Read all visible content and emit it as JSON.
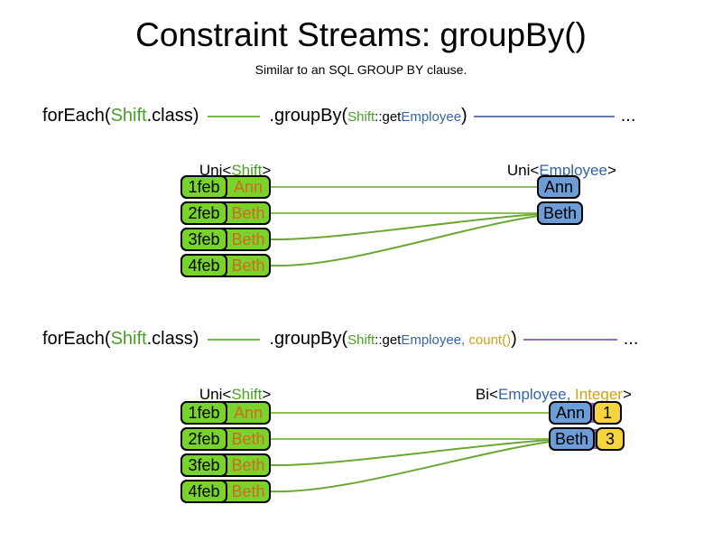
{
  "title": "Constraint Streams: groupBy()",
  "subtitle": "Similar to an SQL GROUP BY clause.",
  "colors": {
    "green_box": "#79d32c",
    "green_text": "#47a025",
    "green_line": "#76b947",
    "orange_text": "#d2691e",
    "blue_box": "#6d9dd6",
    "blue_text": "#3465a4",
    "blue_line": "#5e7cb0",
    "yellow_box": "#f5d440",
    "gold_text": "#d0a019",
    "purple_line": "#9071b0",
    "purple_pair_bg": "#8a63a8"
  },
  "shifts": [
    {
      "date": "1feb",
      "employee": "Ann"
    },
    {
      "date": "2feb",
      "employee": "Beth"
    },
    {
      "date": "3feb",
      "employee": "Beth"
    },
    {
      "date": "4feb",
      "employee": "Beth"
    }
  ],
  "section1": {
    "code": {
      "foreach_open": "forEach(",
      "foreach_type": "Shift",
      "foreach_close": ".class)",
      "groupby_open": ".groupBy(",
      "arg_type": "Shift",
      "arg_method": "::get",
      "arg_return": "Employee",
      "groupby_close": ")",
      "ellipsis": "..."
    },
    "left_label": {
      "open": "Uni<",
      "type": "Shift",
      "close": ">"
    },
    "right_label": {
      "open": "Uni<",
      "type": "Employee",
      "close": ">"
    },
    "groups": [
      {
        "name": "Ann"
      },
      {
        "name": "Beth"
      }
    ]
  },
  "section2": {
    "code": {
      "foreach_open": "forEach(",
      "foreach_type": "Shift",
      "foreach_close": ".class)",
      "groupby_open": ".groupBy(",
      "arg_type": "Shift",
      "arg_method": "::get",
      "arg_return": "Employee",
      "arg_comma": ", ",
      "arg_collector": "count()",
      "groupby_close": ")",
      "ellipsis": "..."
    },
    "left_label": {
      "open": "Uni<",
      "type": "Shift",
      "close": ">"
    },
    "right_label": {
      "open": "Bi<",
      "type1": "Employee",
      "comma": ", ",
      "type2": "Integer",
      "close": ">"
    },
    "groups": [
      {
        "name": "Ann",
        "count": "1"
      },
      {
        "name": "Beth",
        "count": "3"
      }
    ]
  }
}
